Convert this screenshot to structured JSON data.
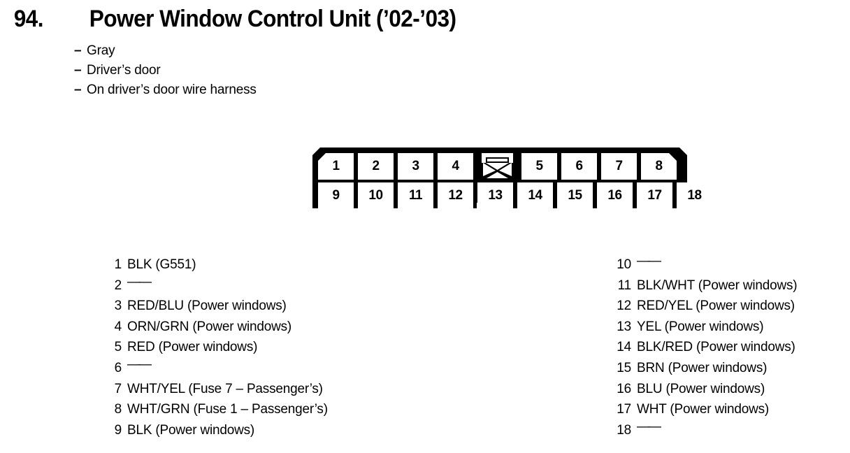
{
  "header": {
    "number": "94.",
    "title": "Power Window Control Unit (’02-’03)",
    "bullets": [
      {
        "dash": "–",
        "text": "Gray"
      },
      {
        "dash": "–",
        "text": "Driver’s door"
      },
      {
        "dash": "–",
        "text": "On driver’s door wire harness"
      }
    ]
  },
  "connector": {
    "name": "18-pin connector pinout diagram",
    "top_row": [
      "1",
      "2",
      "3",
      "4"
    ],
    "top_row_after_tab": [
      "5",
      "6",
      "7",
      "8"
    ],
    "bottom_row": [
      "9",
      "10",
      "11",
      "12",
      "13",
      "14",
      "15",
      "16",
      "17",
      "18"
    ],
    "lock_tab_icon": "connector-lock-tab-icon",
    "outline_color": "#000000",
    "cell_color": "#ffffff"
  },
  "pins": {
    "left": [
      {
        "num": "1",
        "desc": "BLK (G551)",
        "empty": false
      },
      {
        "num": "2",
        "desc": "——",
        "empty": true
      },
      {
        "num": "3",
        "desc": "RED/BLU (Power windows)",
        "empty": false
      },
      {
        "num": "4",
        "desc": "ORN/GRN (Power windows)",
        "empty": false
      },
      {
        "num": "5",
        "desc": "RED (Power windows)",
        "empty": false
      },
      {
        "num": "6",
        "desc": "——",
        "empty": true
      },
      {
        "num": "7",
        "desc": "WHT/YEL (Fuse 7 – Passenger’s)",
        "empty": false
      },
      {
        "num": "8",
        "desc": "WHT/GRN (Fuse 1 – Passenger’s)",
        "empty": false
      },
      {
        "num": "9",
        "desc": "BLK (Power windows)",
        "empty": false
      }
    ],
    "right": [
      {
        "num": "10",
        "desc": "——",
        "empty": true
      },
      {
        "num": "11",
        "desc": "BLK/WHT (Power windows)",
        "empty": false
      },
      {
        "num": "12",
        "desc": "RED/YEL (Power windows)",
        "empty": false
      },
      {
        "num": "13",
        "desc": "YEL (Power windows)",
        "empty": false
      },
      {
        "num": "14",
        "desc": "BLK/RED (Power windows)",
        "empty": false
      },
      {
        "num": "15",
        "desc": "BRN (Power windows)",
        "empty": false
      },
      {
        "num": "16",
        "desc": "BLU (Power windows)",
        "empty": false
      },
      {
        "num": "17",
        "desc": "WHT (Power windows)",
        "empty": false
      },
      {
        "num": "18",
        "desc": "——",
        "empty": true
      }
    ]
  }
}
